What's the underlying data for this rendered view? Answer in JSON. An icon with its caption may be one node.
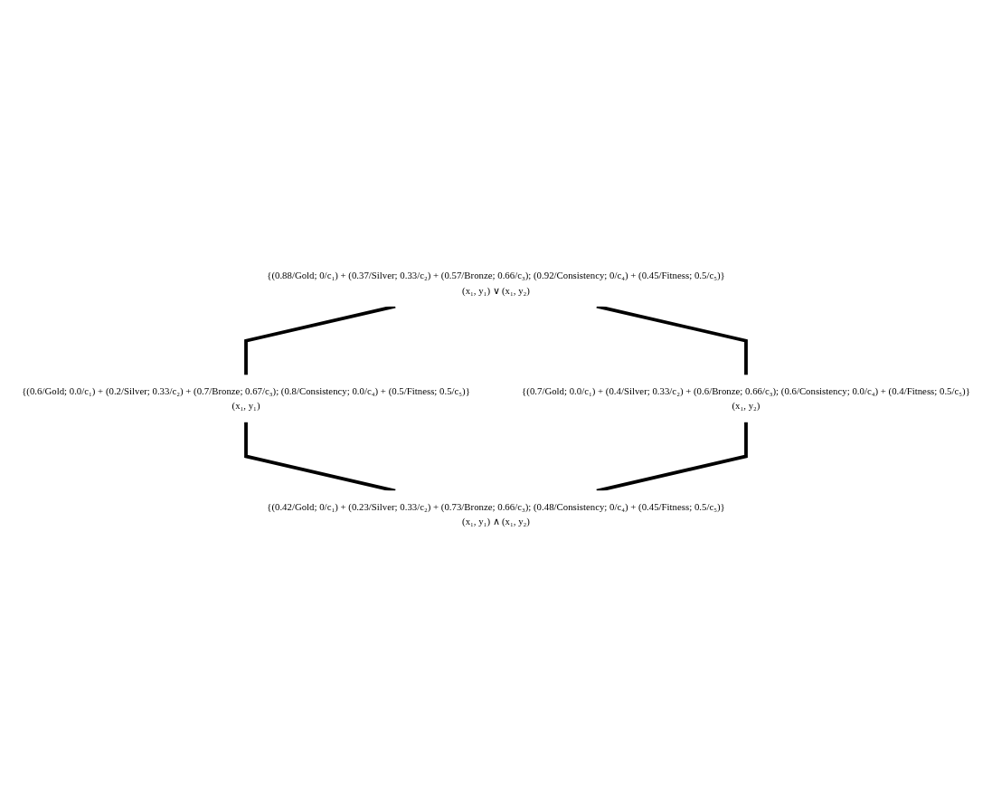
{
  "diagram": {
    "nodes": [
      {
        "text": [
          "{(0.88/Gold; 0/c₁) + (0.37/Silver; 0.33/c₂) + (0.57/Bronze; 0.66/c₃); (0.92/Consistency; 0/c₄) + (0.45/Fitness; 0.5/c₅)}",
          "(x₁, y₁) ∨ (x₁, y₂)"
        ]
      },
      {
        "text": [
          "{(0.7/Gold; 0.0/c₁) + (0.4/Silver; 0.33/c₂) + (0.6/Bronze; 0.66/c₃); (0.6/Consistency; 0.0/c₄) + (0.4/Fitness; 0.5/c₅)}",
          "(x₁, y₂)"
        ]
      },
      {
        "text": [
          "{(0.6/Gold; 0.0/c₁) + (0.2/Silver; 0.33/c₂) + (0.7/Bronze; 0.67/c₃); (0.8/Consistency; 0.0/c₄) + (0.5/Fitness; 0.5/c₅)}",
          "(x₁, y₁)"
        ]
      },
      {
        "text": [
          "{(0.42/Gold; 0/c₁) + (0.23/Silver; 0.33/c₂) + (0.73/Bronze; 0.66/c₃); (0.48/Consistency; 0/c₄) + (0.45/Fitness; 0.5/c₅)}",
          "(x₁, y₁) ∧ (x₁, y₂)"
        ]
      }
    ],
    "edges": [
      {
        "from": 0,
        "to": 2,
        "arrow": "none"
      },
      {
        "from": 0,
        "to": 1,
        "arrow": "none"
      },
      {
        "from": 2,
        "to": 3,
        "arrow": "none"
      },
      {
        "from": 1,
        "to": 3,
        "arrow": "none"
      }
    ]
  }
}
